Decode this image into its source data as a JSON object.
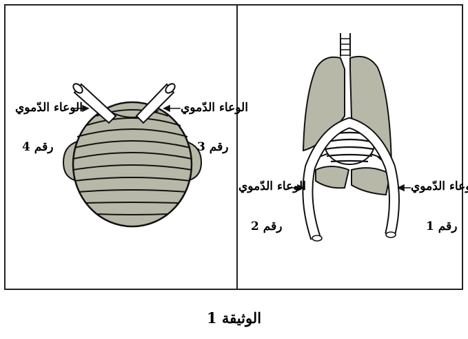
{
  "labels": {
    "vessel_left_left": "الوعاء الدّموي",
    "vessel_left_right": "الوعاء الدّموي",
    "num3": "رقم 3",
    "num4": "رقم 4",
    "vessel_right_left": "الوعاء الدّموي",
    "vessel_right_right": "الوعاء الدّموي",
    "num1": "رقم 1",
    "num2": "رقم 2"
  },
  "caption": "الوثيقة 1",
  "colors": {
    "tissue": "#b8b8a8",
    "outline": "#111111",
    "background": "#ffffff"
  }
}
